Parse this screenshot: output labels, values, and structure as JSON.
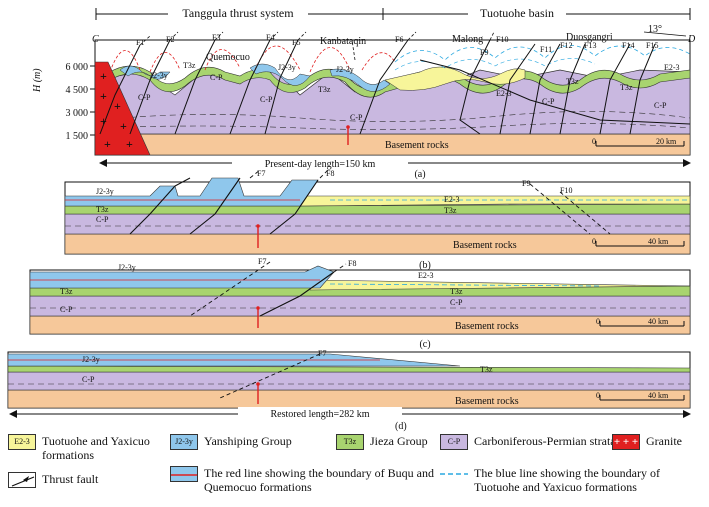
{
  "colors": {
    "basement": "#f6c89a",
    "cp": "#c9b8e0",
    "jieza": "#a8d46f",
    "yanshiping": "#8fc7ec",
    "tuotuohe": "#f7f59a",
    "granite": "#e02020",
    "red_line": "#e02020",
    "blue_line": "#2aa8e0"
  },
  "panel_a": {
    "left_end": "C",
    "right_end": "D",
    "region_left": "Tanggula thrust system",
    "region_right": "Tuotuohe basin",
    "axis_label": "H (m)",
    "ticks": [
      "6 000",
      "4 500",
      "3 000",
      "1 500"
    ],
    "faults": [
      "F1",
      "F2",
      "F3",
      "F4",
      "F5",
      "F6",
      "F9",
      "F10",
      "F11",
      "F12",
      "F13",
      "F14",
      "F15"
    ],
    "places": [
      "Quemocuo",
      "Kanbataqin",
      "Malong",
      "Duosgangri"
    ],
    "angle": "13°",
    "units": [
      "J2-3y",
      "T3z",
      "C-P",
      "E2-3"
    ],
    "basement": "Basement rocks",
    "scale_zero": "0",
    "scale": "20 km",
    "length_text": "Present-day length=150 km",
    "label": "(a)"
  },
  "panel_b": {
    "faults": [
      "F7",
      "F8",
      "F9",
      "F10"
    ],
    "units": [
      "J2-3y",
      "T3z",
      "C-P",
      "E2-3",
      "T3z"
    ],
    "basement": "Basement rocks",
    "scale_zero": "0",
    "scale": "40 km",
    "label": "(b)"
  },
  "panel_c": {
    "faults": [
      "F7",
      "F8"
    ],
    "units": [
      "J2-3y",
      "T3z",
      "C-P",
      "E2-3",
      "T3z",
      "C-P"
    ],
    "basement": "Basement rocks",
    "scale_zero": "0",
    "scale": "40 km",
    "label": "(c)"
  },
  "panel_d": {
    "faults": [
      "F7"
    ],
    "units": [
      "J2-3y",
      "C-P",
      "T3z"
    ],
    "basement": "Basement rocks",
    "scale_zero": "0",
    "scale": "40 km",
    "length_text": "Restored length=282 km",
    "label": "(d)"
  },
  "legend": {
    "tuotuohe_code": "E2-3",
    "tuotuohe": "Tuotuohe and Yaxicuo formations",
    "yanshiping_code": "J2-3y",
    "yanshiping": "Yanshiping Group",
    "jieza_code": "T3z",
    "jieza": "Jieza Group",
    "cp_code": "C-P",
    "cp": "Carboniferous-Permian strata",
    "granite": "Granite",
    "thrust": "Thrust fault",
    "red_line": "The red line showing the boundary of Buqu and Quemocuo formations",
    "blue_line": "The blue line showing the boundary of Tuotuohe and Yaxicuo formations"
  }
}
